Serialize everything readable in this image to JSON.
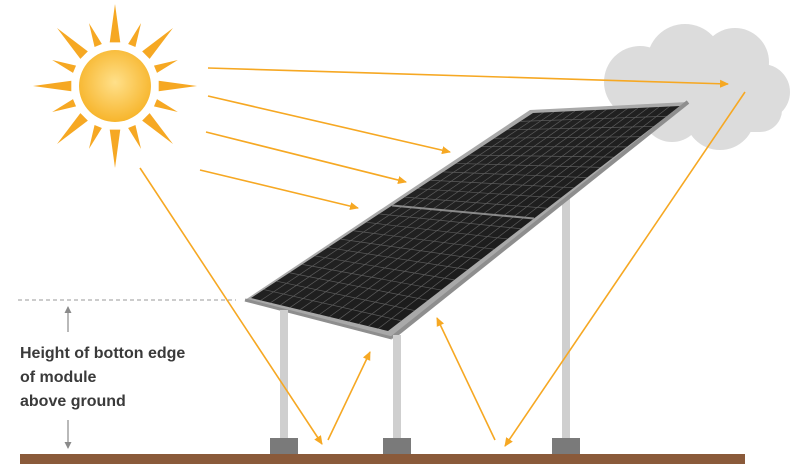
{
  "label": {
    "lines": [
      "Height of botton edge",
      "of module",
      "above ground"
    ]
  },
  "icons": {
    "sun": "sun-icon",
    "cloud": "cloud-icon"
  },
  "colors": {
    "sun_core": "#fbbf3b",
    "sun_rays": "#f6a823",
    "light_arrows": "#f6a823",
    "cloud": "#dcdcdc",
    "panel_cells": "#1b1b1b",
    "panel_frame": "#9a9a9a",
    "posts": "#c9c9c9",
    "footings": "#7a7a7a",
    "ground": "#8a5a3a",
    "dimension_line": "#8a8a8a",
    "label_text": "#3a3a3a"
  }
}
